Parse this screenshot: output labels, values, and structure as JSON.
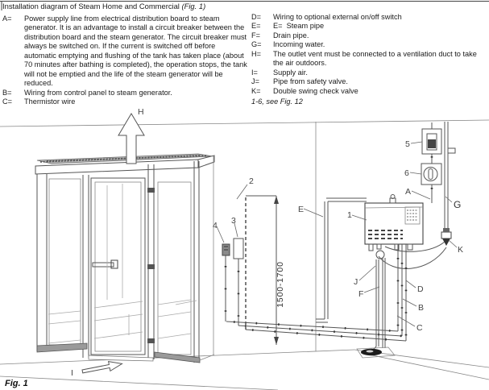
{
  "title": {
    "text": "Installation diagram of Steam Home and Commercial ",
    "fig": "(Fig. 1)"
  },
  "legend_left": [
    {
      "key": "A=",
      "text": "Power supply line from electrical distribution board to steam generator. It is an advantage to install a circuit breaker between the distribution board and the steam generator. The circuit breaker must always be switched on. If the current is switched off before automatic emptying and flushing of the tank has taken place (about 70 minutes after bathing is completed), the operation stops, the tank will not be emptied and the life of the steam generator will be reduced."
    },
    {
      "key": "B=",
      "text": "Wiring from control panel to steam generator."
    },
    {
      "key": "C=",
      "text": "Thermistor wire"
    }
  ],
  "legend_right": [
    {
      "key": "D=",
      "text": "Wiring to optional external on/off switch"
    },
    {
      "key": "E=",
      "text": "E=  Steam pipe"
    },
    {
      "key": "F=",
      "text": "Drain pipe."
    },
    {
      "key": "G=",
      "text": "Incoming water."
    },
    {
      "key": "H=",
      "text": "The outlet vent must be connected to a ventilation duct to take the air outdoors."
    },
    {
      "key": "I=",
      "text": "Supply air."
    },
    {
      "key": "J=",
      "text": "Pipe from safety valve."
    },
    {
      "key": "K=",
      "text": "Double swing check valve"
    }
  ],
  "note": "1-6, see Fig. 12",
  "figure_caption": "Fig. 1",
  "diagram": {
    "dimension_label": "1500-1700",
    "labels": {
      "H": "H",
      "two": "2",
      "three": "3",
      "four": "4",
      "five": "5",
      "six": "6",
      "A": "A",
      "G": "G",
      "one": "1",
      "E": "E",
      "K": "K",
      "J": "J",
      "F": "F",
      "D": "D",
      "B": "B",
      "C": "C",
      "I": "I"
    }
  }
}
